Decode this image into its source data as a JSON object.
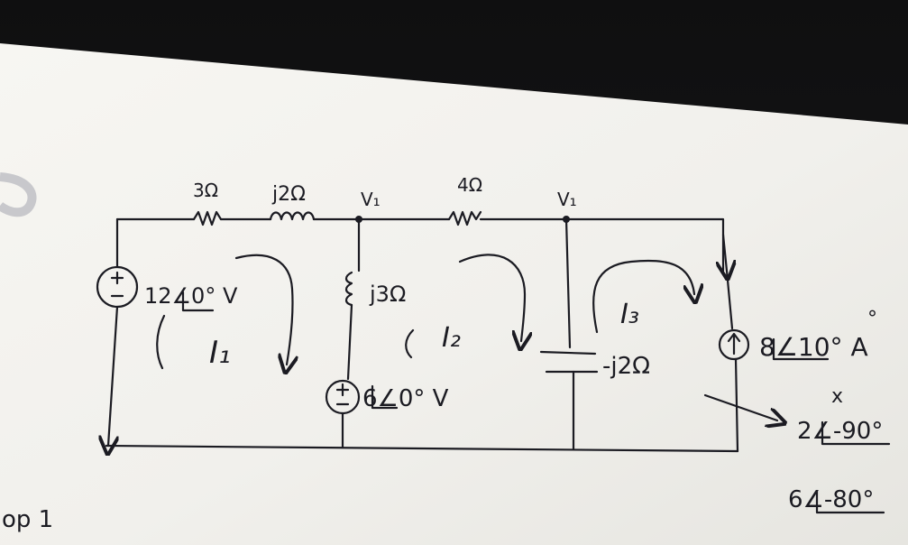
{
  "labels": {
    "r1": "3Ω",
    "l1": "j2Ω",
    "v1_left": "V₁",
    "r2": "4Ω",
    "v1_right": "V₁",
    "l2": "j3Ω",
    "src1": "12∠0° V",
    "mesh1": "I₁",
    "mesh2": "I₂",
    "src2": "6∠0° V",
    "mesh3": "I₃",
    "cap": "-j2Ω",
    "src3": "8∠10° A",
    "degree_mark": "°",
    "x_mark": "x",
    "answer1": "2∠-90°",
    "answer2": "6∠-80°",
    "corner_note": "op 1"
  },
  "colors": {
    "ink": "#1b1b22",
    "paper": "#f4f3ef"
  }
}
